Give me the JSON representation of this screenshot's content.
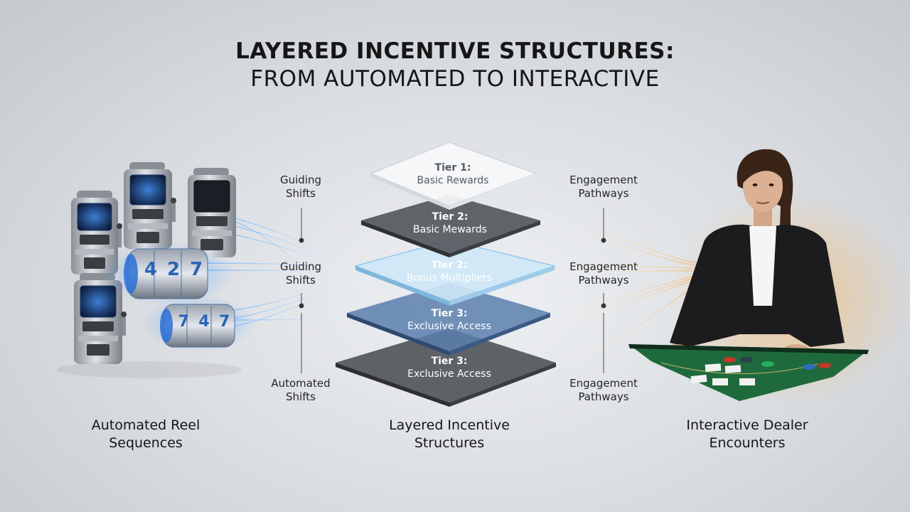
{
  "title": {
    "line1": "LAYERED INCENTIVE STRUCTURES:",
    "line2": "FROM AUTOMATED TO INTERACTIVE"
  },
  "sections": {
    "left": {
      "line1": "Automated Reel",
      "line2": "Sequences"
    },
    "center": {
      "line1": "Layered Incentive",
      "line2": "Structures"
    },
    "right": {
      "line1": "Interactive Dealer",
      "line2": "Encounters"
    }
  },
  "tiers": [
    {
      "head": "Tier 1:",
      "text": "Basic Rewards",
      "color": "#f2f4f6"
    },
    {
      "head": "Tier 2:",
      "text": "Basic Mewards",
      "color": "#4a4c50"
    },
    {
      "head": "Tier 2:",
      "text": "Bonus Multipliers",
      "color": "#bfe0f4"
    },
    {
      "head": "Tier 3:",
      "text": "Exclusive Access",
      "color": "#4d6f9a"
    },
    {
      "head": "Tier 3:",
      "text": "Exclusive Access",
      "color": "#55585c"
    }
  ],
  "left_flow_labels": [
    {
      "line1": "Guiding",
      "line2": "Shifts"
    },
    {
      "line1": "Guiding",
      "line2": "Shifts"
    },
    {
      "line1": "Automated",
      "line2": "Shifts"
    }
  ],
  "right_flow_labels": [
    {
      "line1": "Engagement",
      "line2": "Pathways"
    },
    {
      "line1": "Engagement",
      "line2": "Pathways"
    },
    {
      "line1": "Engagement",
      "line2": "Pathways"
    }
  ],
  "reel_digits": {
    "upper": [
      "4",
      "2",
      "7"
    ],
    "lower": [
      "7",
      "4",
      "7"
    ]
  },
  "colors": {
    "accent_blue": "#5aa8ff",
    "warm_glow": "#f5b565",
    "table_felt": "#1f6a3c"
  }
}
